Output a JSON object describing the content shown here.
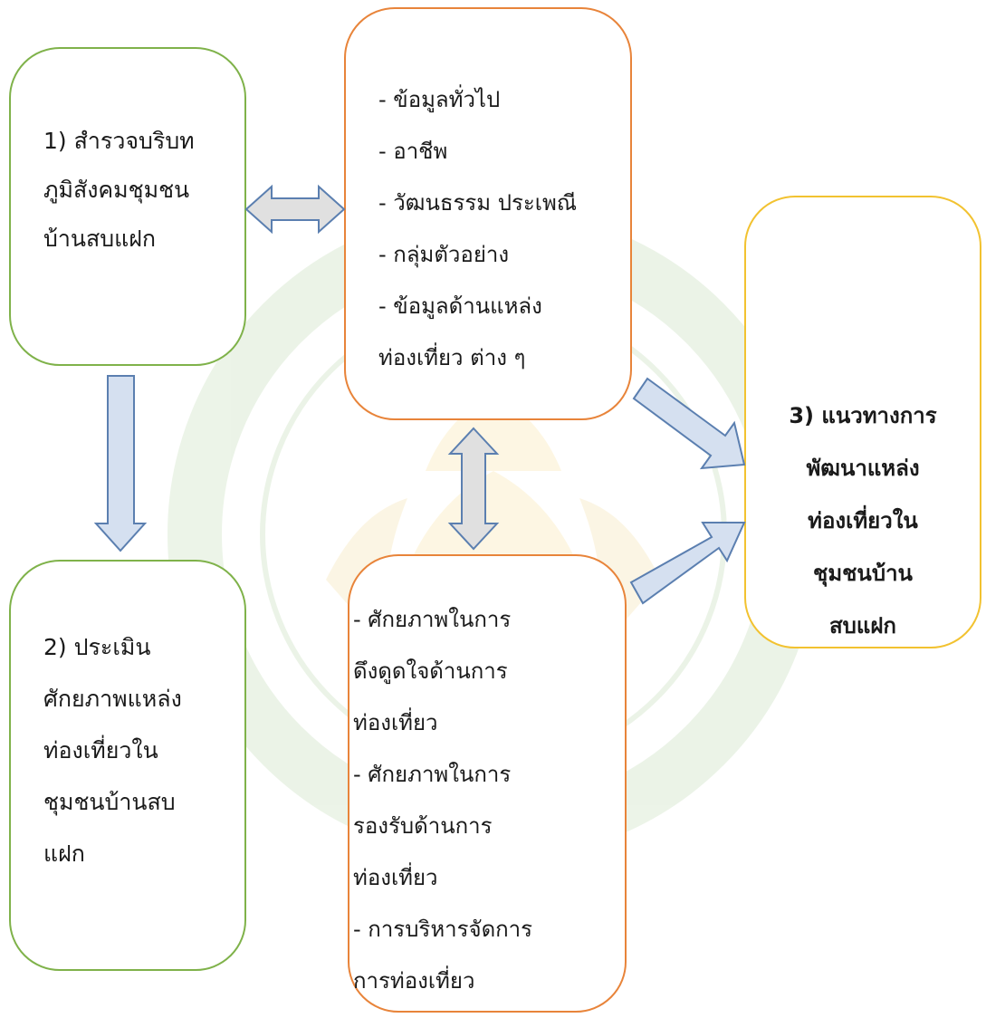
{
  "diagram": {
    "box1": {
      "lines": [
        "1) สำรวจบริบท",
        "ภูมิสังคมชุมชน",
        "บ้านสบแฝก"
      ]
    },
    "box_info": {
      "lines": [
        "- ข้อมูลทั่วไป",
        "- อาชีพ",
        "- วัฒนธรรม ประเพณี",
        "- กลุ่มตัวอย่าง",
        "- ข้อมูลด้านแหล่ง",
        "ท่องเที่ยว ต่าง ๆ"
      ]
    },
    "box3": {
      "lines": [
        "3) แนวทางการ",
        "พัฒนาแหล่ง",
        "ท่องเที่ยวใน",
        "ชุมชนบ้าน",
        "สบแฝก"
      ]
    },
    "box2": {
      "lines": [
        "2) ประเมิน",
        "ศักยภาพแหล่ง",
        "ท่องเที่ยวใน",
        "ชุมชนบ้านสบ",
        "แฝก"
      ]
    },
    "box_potential": {
      "lines": [
        "- ศักยภาพในการ",
        "ดึงดูดใจด้านการ",
        "ท่องเที่ยว",
        " - ศักยภาพในการ",
        "รองรับด้านการ",
        "ท่องเที่ยว",
        "- การบริหารจัดการ",
        "การท่องเที่ยว"
      ]
    }
  },
  "colors": {
    "green_border": "#7fb24a",
    "orange_border": "#e8843a",
    "yellow_border": "#f2c230",
    "arrow_fill_blue": "#d5e0f0",
    "arrow_fill_gray": "#e0e0e0",
    "arrow_stroke": "#5b7fb0",
    "watermark": "#6aa84f"
  }
}
